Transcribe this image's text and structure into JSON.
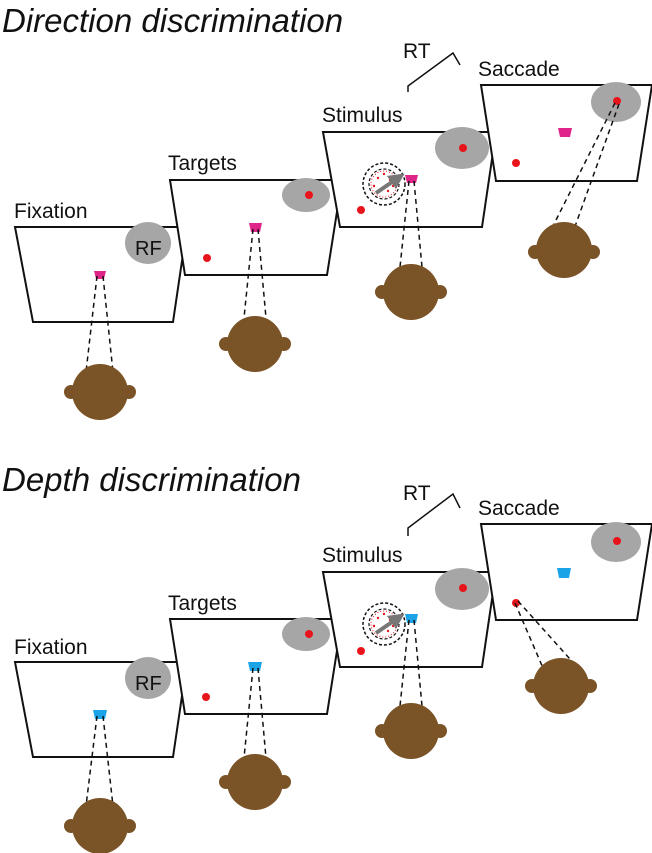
{
  "colors": {
    "fixation_direction": "#e0258a",
    "fixation_depth": "#1aa3e6",
    "target": "#e8141b",
    "receptive_field": "#a6a6a6",
    "head": "#7a5326",
    "screen_border": "#111111"
  },
  "panels": [
    {
      "title": "Direction discrimination",
      "fixation_color_key": "fixation_direction",
      "rt_label": "RT",
      "screens": [
        {
          "label": "Fixation",
          "rf_label": "RF"
        },
        {
          "label": "Targets"
        },
        {
          "label": "Stimulus"
        },
        {
          "label": "Saccade"
        }
      ]
    },
    {
      "title": "Depth discrimination",
      "fixation_color_key": "fixation_depth",
      "rt_label": "RT",
      "screens": [
        {
          "label": "Fixation",
          "rf_label": "RF"
        },
        {
          "label": "Targets"
        },
        {
          "label": "Stimulus"
        },
        {
          "label": "Saccade"
        }
      ]
    }
  ]
}
